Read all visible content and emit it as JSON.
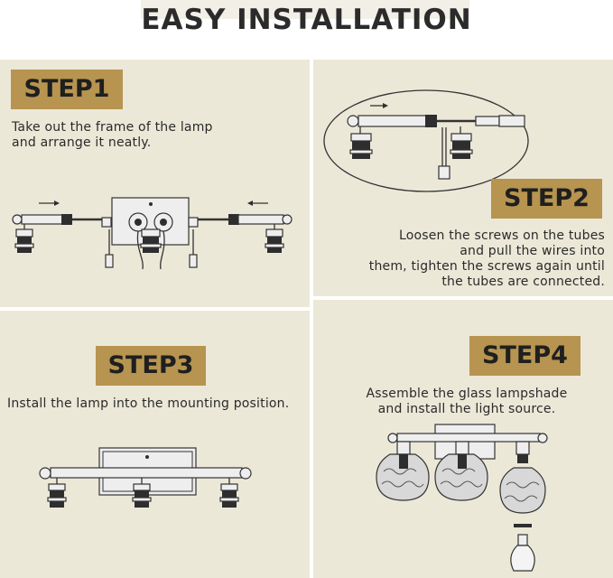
{
  "page": {
    "title": "EASY INSTALLATION"
  },
  "steps": [
    {
      "label": "STEP1",
      "lines": [
        "Take out the frame of the lamp",
        "and arrange it neatly."
      ]
    },
    {
      "label": "STEP2",
      "lines": [
        "Loosen the screws on the tubes",
        "and pull the wires into",
        "them, tighten the screws again until",
        "the tubes are connected."
      ]
    },
    {
      "label": "STEP3",
      "lines": [
        "Install the lamp into the mounting position."
      ]
    },
    {
      "label": "STEP4",
      "lines": [
        "Assemble the glass lampshade",
        "and install the light source."
      ]
    }
  ],
  "colors": {
    "badge": "#b7944f",
    "panel": "#ece8d8",
    "header": "#f1efe6"
  },
  "icons": [
    "arrow-right-icon",
    "arrow-left-icon",
    "lamp-socket-icon",
    "glass-shade-icon",
    "bulb-icon"
  ]
}
